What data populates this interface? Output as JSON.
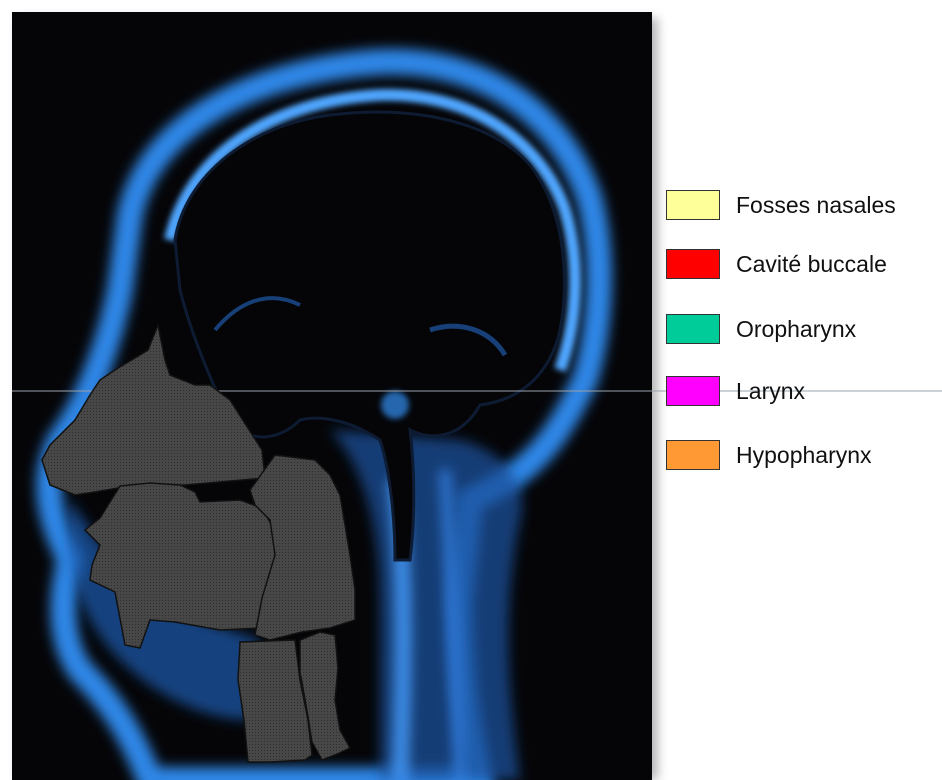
{
  "legend": {
    "items": [
      {
        "label": "Fosses nasales",
        "color": "#ffff99"
      },
      {
        "label": "Cavité buccale",
        "color": "#ff0000"
      },
      {
        "label": "Oropharynx",
        "color": "#00cc99"
      },
      {
        "label": "Larynx",
        "color": "#ff00ff"
      },
      {
        "label": "Hypopharynx",
        "color": "#ff9933"
      }
    ]
  },
  "regions": [
    {
      "name": "fosses-nasales",
      "fill": "#4a4a4a"
    },
    {
      "name": "cavite-buccale",
      "fill": "#4a4a4a"
    },
    {
      "name": "oropharynx",
      "fill": "#4a4a4a"
    },
    {
      "name": "larynx",
      "fill": "#4a4a4a"
    },
    {
      "name": "hypopharynx",
      "fill": "#4a4a4a"
    }
  ]
}
